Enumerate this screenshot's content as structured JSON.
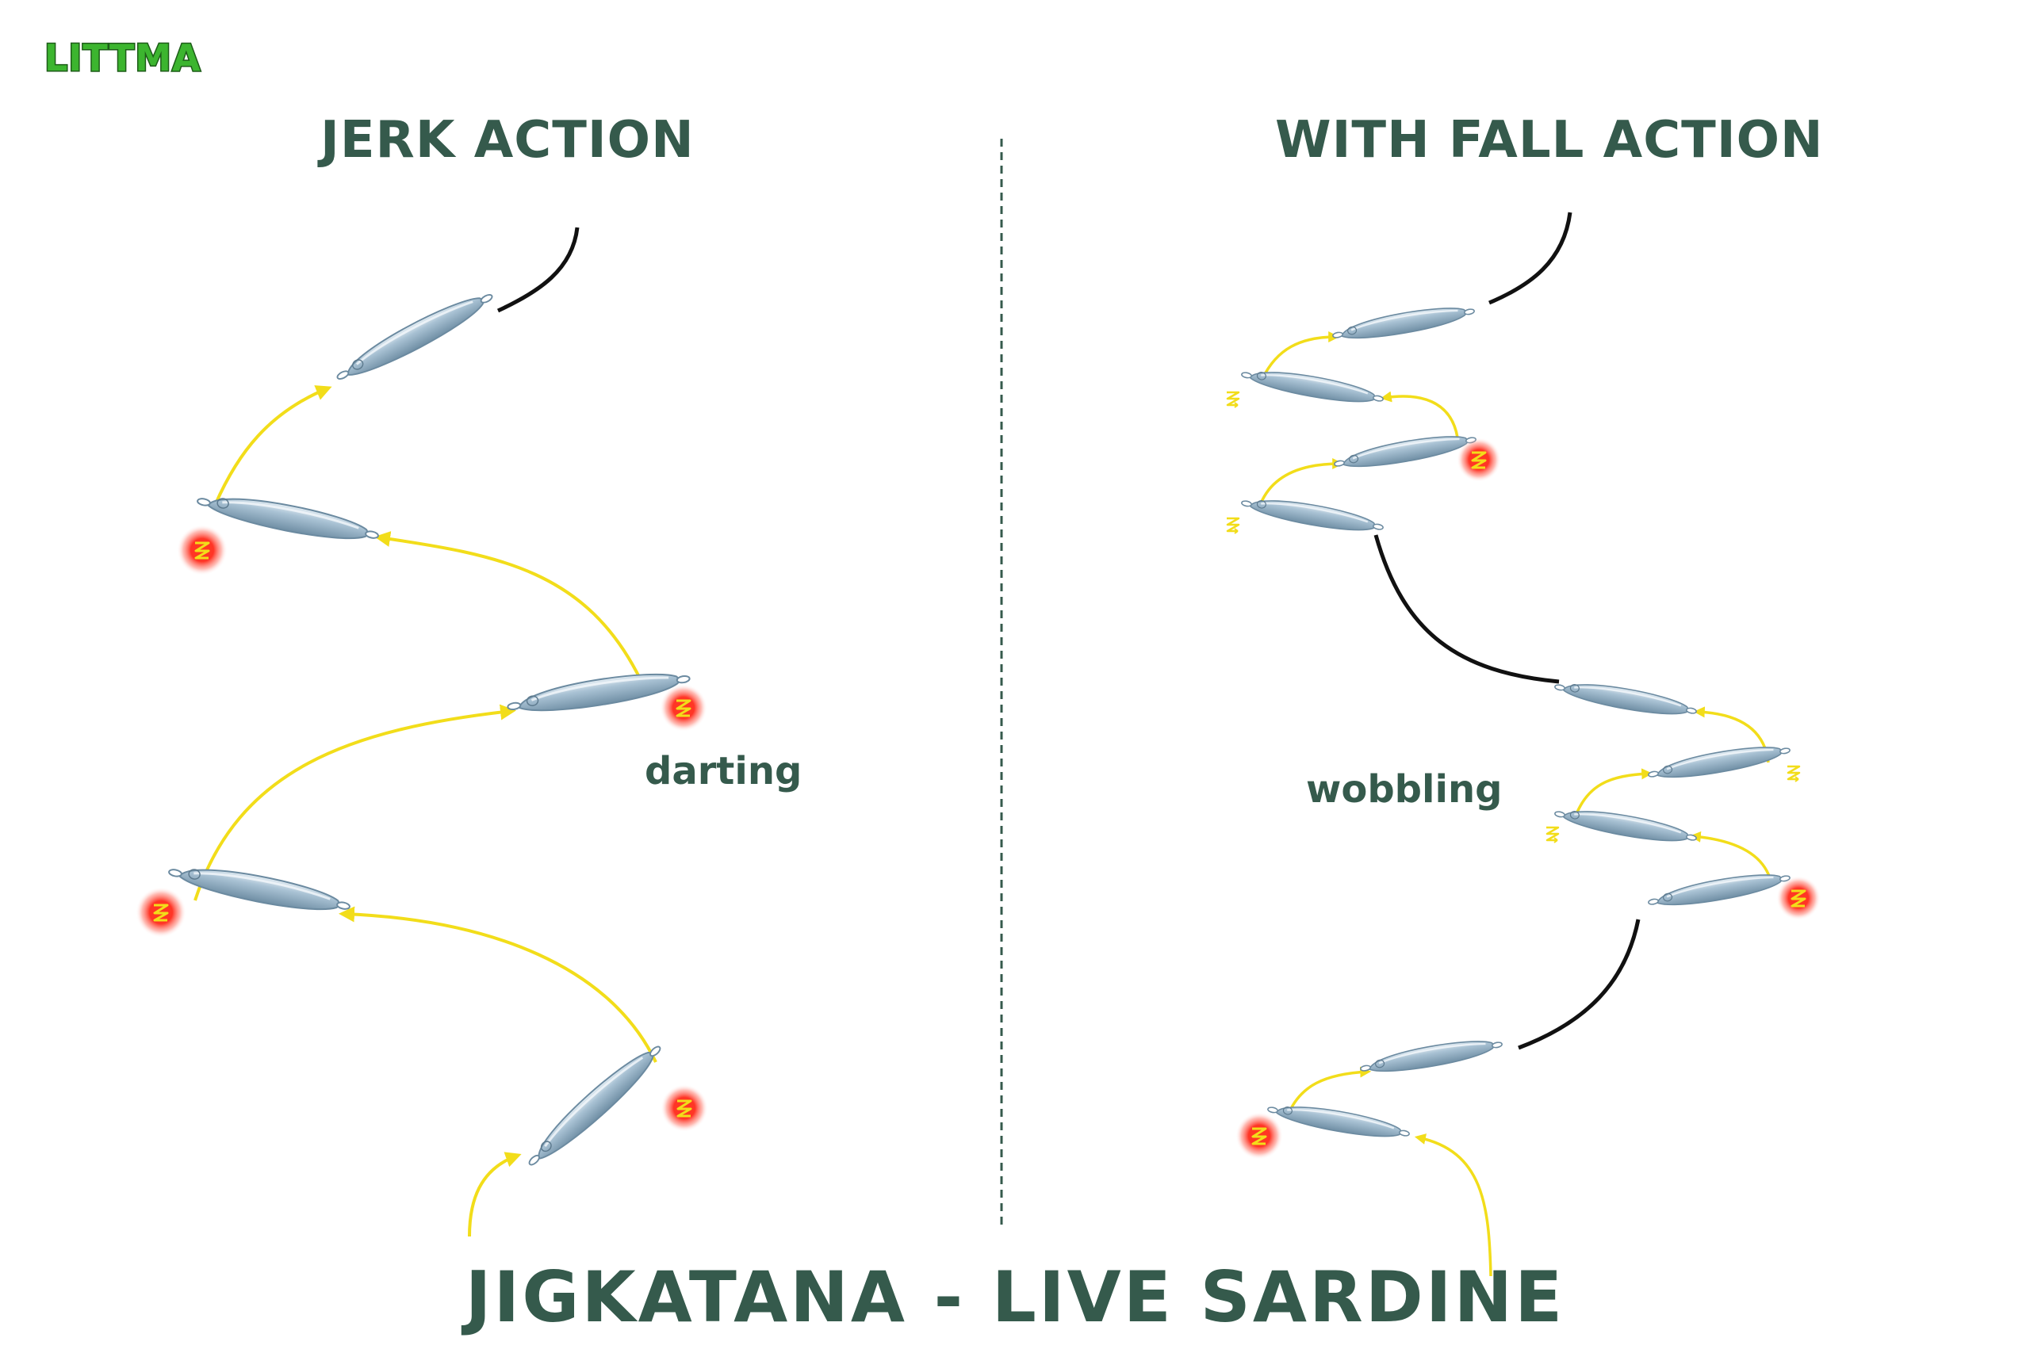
{
  "logo": {
    "text": "LITTMA",
    "color": "#3cb52f"
  },
  "sections": {
    "left": {
      "heading": "JERK ACTION",
      "action_label": "darting"
    },
    "right": {
      "heading": "WITH FALL ACTION",
      "action_label": "wobbling"
    }
  },
  "title": "JIGKATANA - LIVE SARDINE",
  "colors": {
    "text": "#355a4c",
    "lure_body": "#9db7c9",
    "trajectory_arrow": "#f2dd1a",
    "line": "#111111",
    "flash_glow": "#ff2a1a",
    "divider": "#355a4c"
  },
  "icons": [
    "lure-icon",
    "flash-icon",
    "wobble-icon",
    "arrow-icon"
  ]
}
